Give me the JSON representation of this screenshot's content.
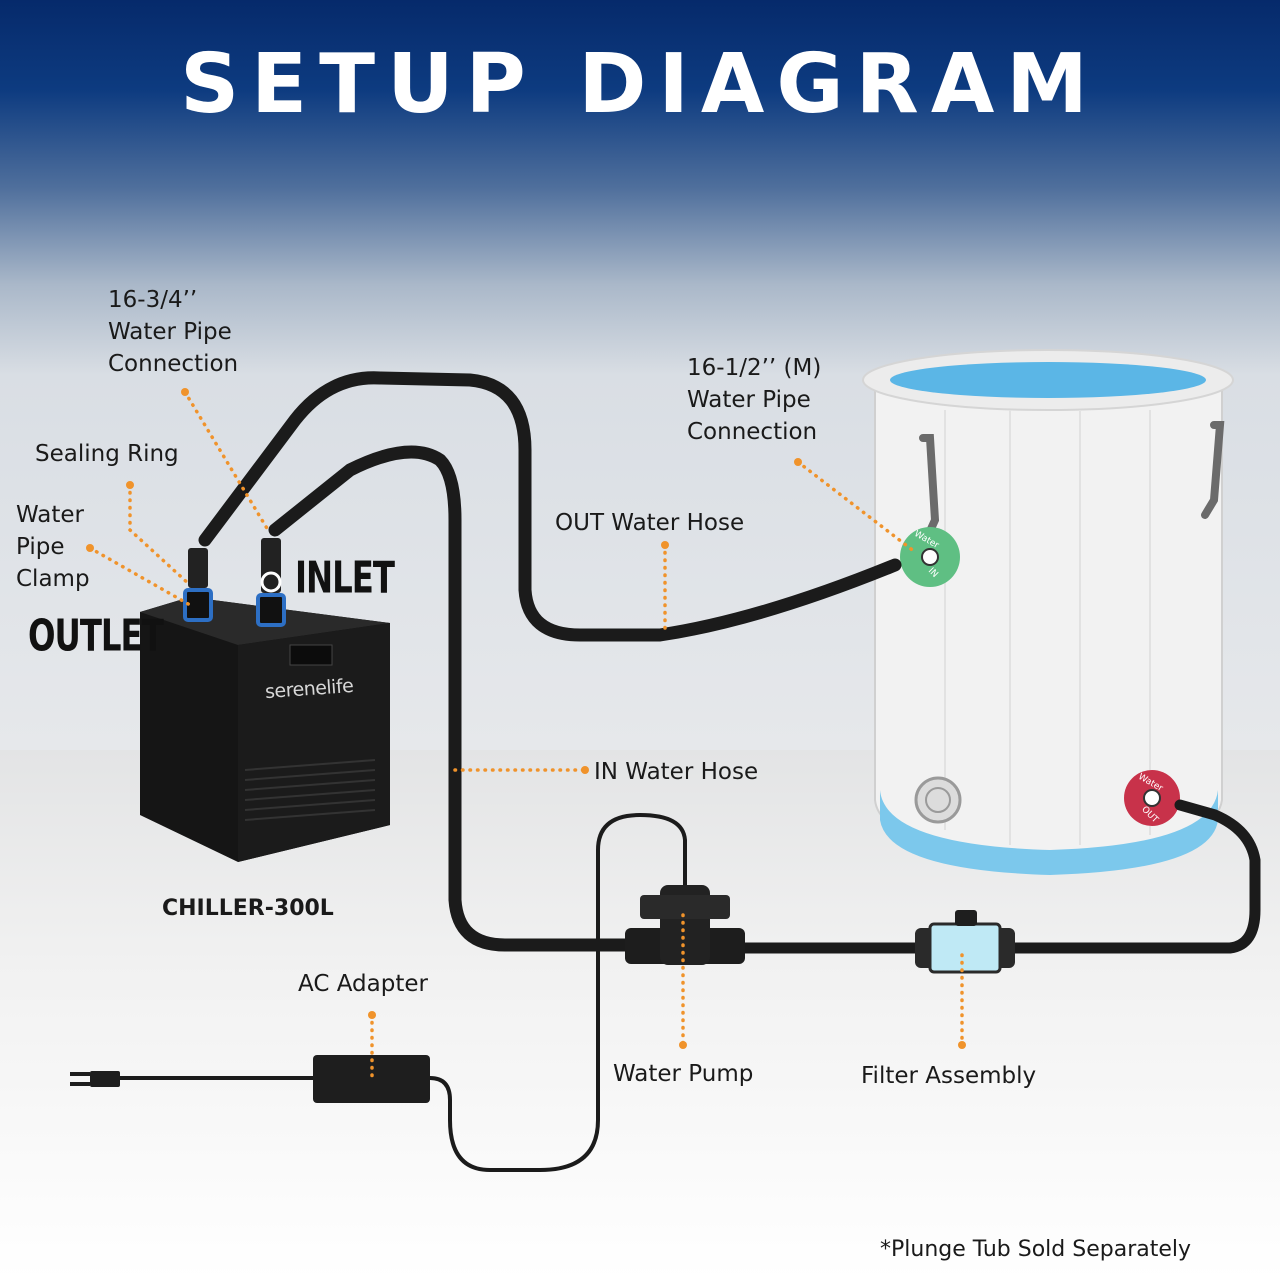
{
  "title": "SETUP DIAGRAM",
  "labels": {
    "pipe_connection_top": [
      "16-3/4’’",
      "Water Pipe",
      "Connection"
    ],
    "sealing_ring": "Sealing Ring",
    "water_pipe_clamp": [
      "Water",
      "Pipe",
      "Clamp"
    ],
    "outlet": "OUTLET",
    "inlet": "INLET",
    "pipe_connection_tub": [
      "16-1/2’’ (M)",
      "Water Pipe",
      "Connection"
    ],
    "out_water_hose": "OUT Water Hose",
    "in_water_hose": "IN Water Hose",
    "chiller_model": "CHILLER-300L",
    "ac_adapter": "AC Adapter",
    "water_pump": "Water Pump",
    "filter_assembly": "Filter Assembly",
    "footnote": "*Plunge Tub Sold Separately"
  },
  "chiller": {
    "brand": "serenelife"
  },
  "tub_ports": {
    "in_label": "Water",
    "in_sub": "IN",
    "out_label": "Water",
    "out_sub": "OUT"
  },
  "colors": {
    "leader_dots": "#f0932b",
    "hose": "#1b1b1b",
    "port_in": "#5fbf83",
    "port_out": "#c8324a",
    "tub_water": "#5bb6e6",
    "title_bg": "#062a6b"
  }
}
